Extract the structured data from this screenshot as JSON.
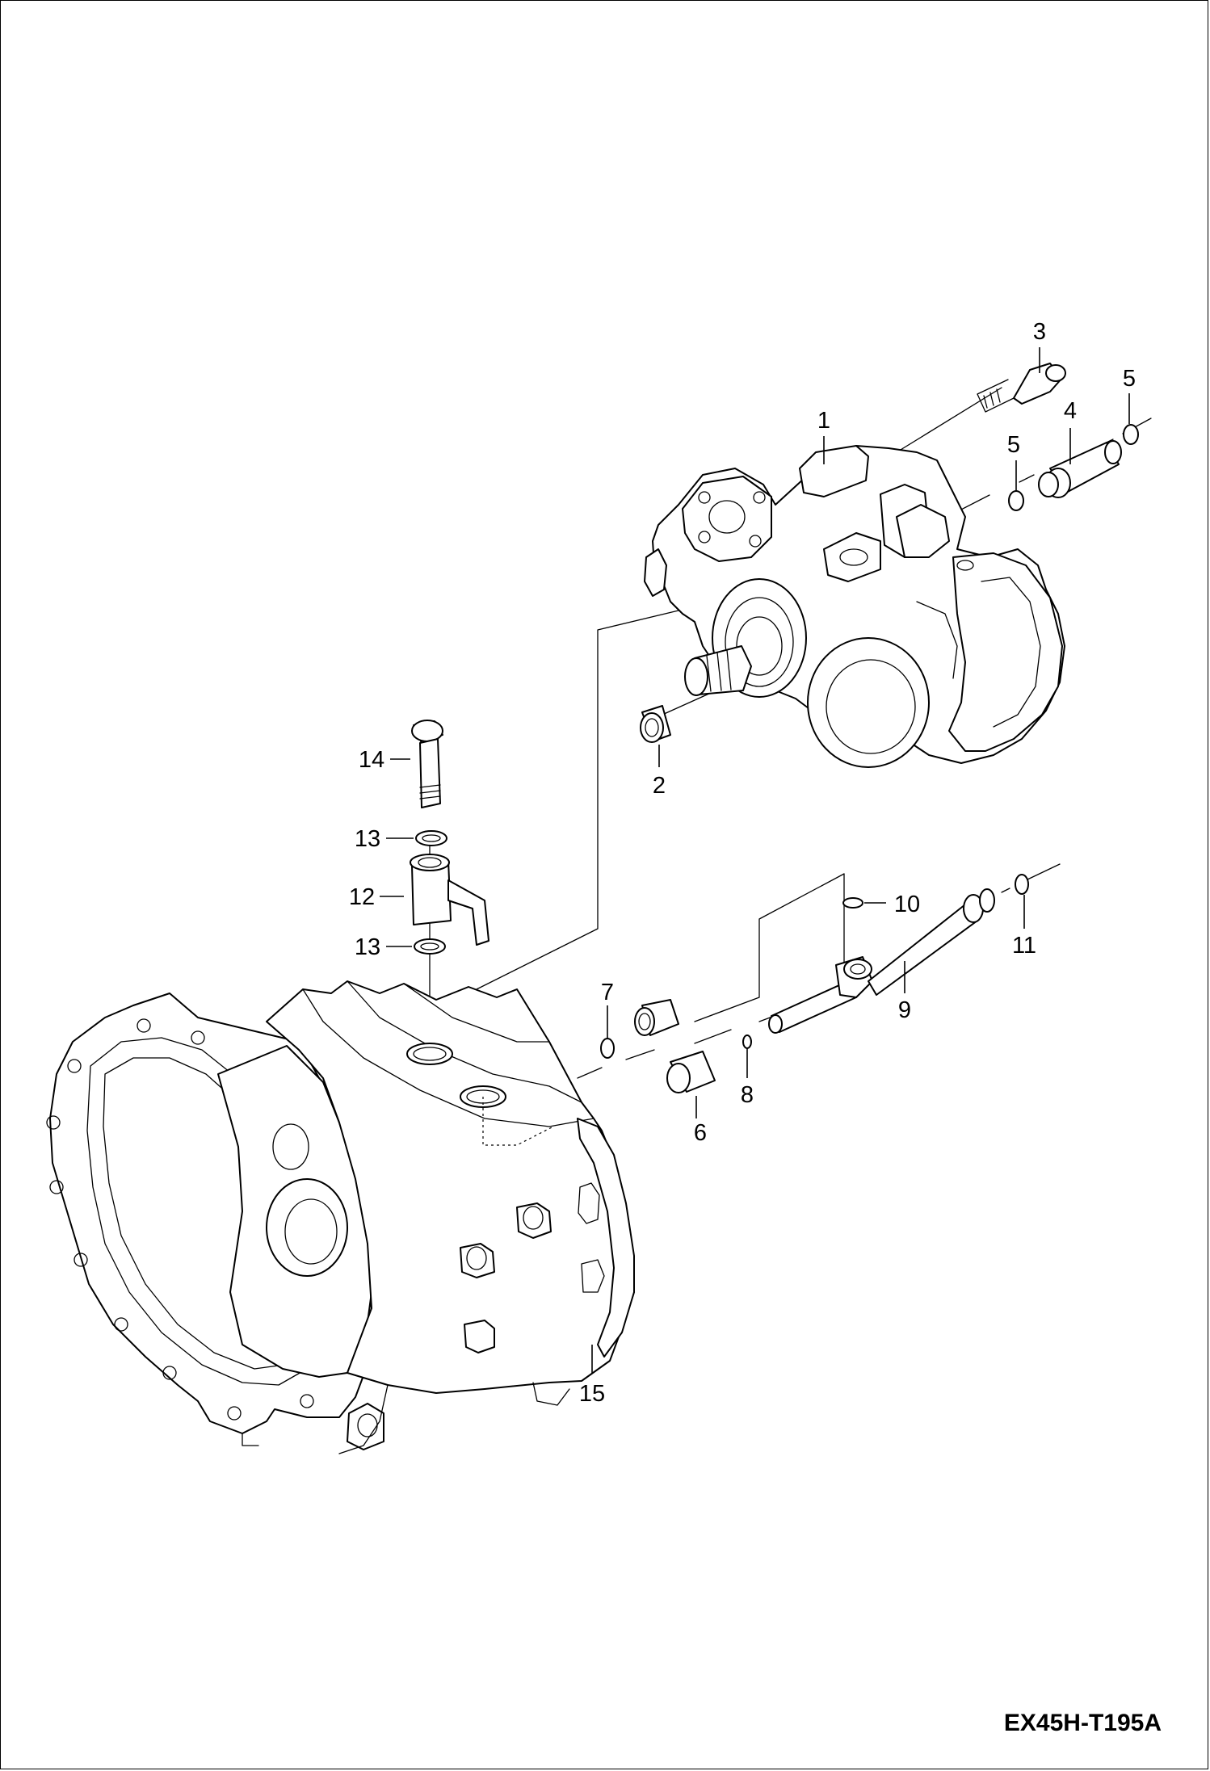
{
  "drawing_number": "EX45H-T195A",
  "callouts": [
    {
      "id": "c1",
      "label": "1"
    },
    {
      "id": "c2",
      "label": "2"
    },
    {
      "id": "c3",
      "label": "3"
    },
    {
      "id": "c4",
      "label": "4"
    },
    {
      "id": "c5a",
      "label": "5"
    },
    {
      "id": "c5b",
      "label": "5"
    },
    {
      "id": "c6",
      "label": "6"
    },
    {
      "id": "c7",
      "label": "7"
    },
    {
      "id": "c8",
      "label": "8"
    },
    {
      "id": "c9",
      "label": "9"
    },
    {
      "id": "c10",
      "label": "10"
    },
    {
      "id": "c11",
      "label": "11"
    },
    {
      "id": "c12",
      "label": "12"
    },
    {
      "id": "c13a",
      "label": "13"
    },
    {
      "id": "c13b",
      "label": "13"
    },
    {
      "id": "c14",
      "label": "14"
    },
    {
      "id": "c15",
      "label": "15"
    }
  ]
}
